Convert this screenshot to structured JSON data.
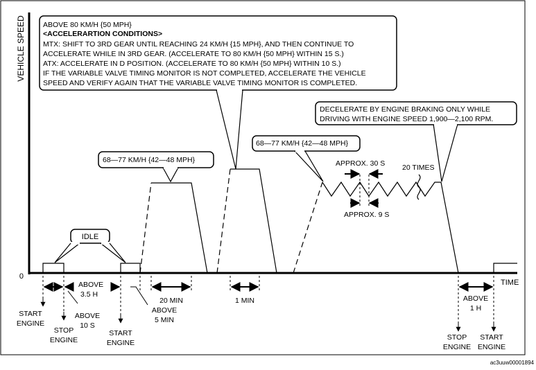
{
  "axes": {
    "y_label": "VEHICLE SPEED",
    "x_label": "TIME",
    "origin_label": "0"
  },
  "callouts": {
    "main_lines": [
      "ABOVE 80 KM/H {50 MPH}",
      "<ACCELERARTION CONDITIONS>",
      "MTX: SHIFT TO 3RD GEAR UNTIL REACHING 24 KM/H {15 MPH}, AND THEN CONTINUE TO",
      "ACCELERATE WHILE IN 3RD GEAR. (ACCELERATE TO 80 KM/H {50 MPH} WITHIN 15 S.)",
      "ATX: ACCELERATE IN D POSITION. (ACCELERATE TO 80 KM/H {50 MPH} WITHIN 10 S.)",
      "IF THE VARIABLE VALVE TIMING MONITOR IS NOT COMPLETED, ACCELERATE THE VEHICLE",
      "SPEED AND VERIFY AGAIN THAT THE VARIABLE VALVE TIMING MONITOR IS COMPLETED."
    ],
    "decel_lines": [
      "DECELERATE BY ENGINE BRAKING ONLY WHILE",
      "DRIVING WITH ENGINE SPEED 1,900—2,100 RPM."
    ],
    "speed_range_1": "68—77 KM/H {42—48 MPH}",
    "speed_range_2": "68—77 KM/H {42—48 MPH}",
    "idle": "IDLE"
  },
  "annotations": {
    "approx_30s": "APPROX. 30 S",
    "approx_9s": "APPROX. 9 S",
    "times_20": "20 TIMES"
  },
  "durations": {
    "above_3_5h": [
      "ABOVE",
      "3.5 H"
    ],
    "min_20": "20 MIN",
    "min_1": "1 MIN",
    "above_1h": [
      "ABOVE",
      "1 H"
    ],
    "above_10s": [
      "ABOVE",
      "10 S"
    ],
    "above_5min": [
      "ABOVE",
      "5 MIN"
    ]
  },
  "events": {
    "start_engine_1": [
      "START",
      "ENGINE"
    ],
    "stop_engine_1": [
      "STOP",
      "ENGINE"
    ],
    "start_engine_2": [
      "START",
      "ENGINE"
    ],
    "stop_engine_2": [
      "STOP",
      "ENGINE"
    ],
    "start_engine_3": [
      "START",
      "ENGINE"
    ]
  },
  "figure_id": "ac3uuw00001894"
}
